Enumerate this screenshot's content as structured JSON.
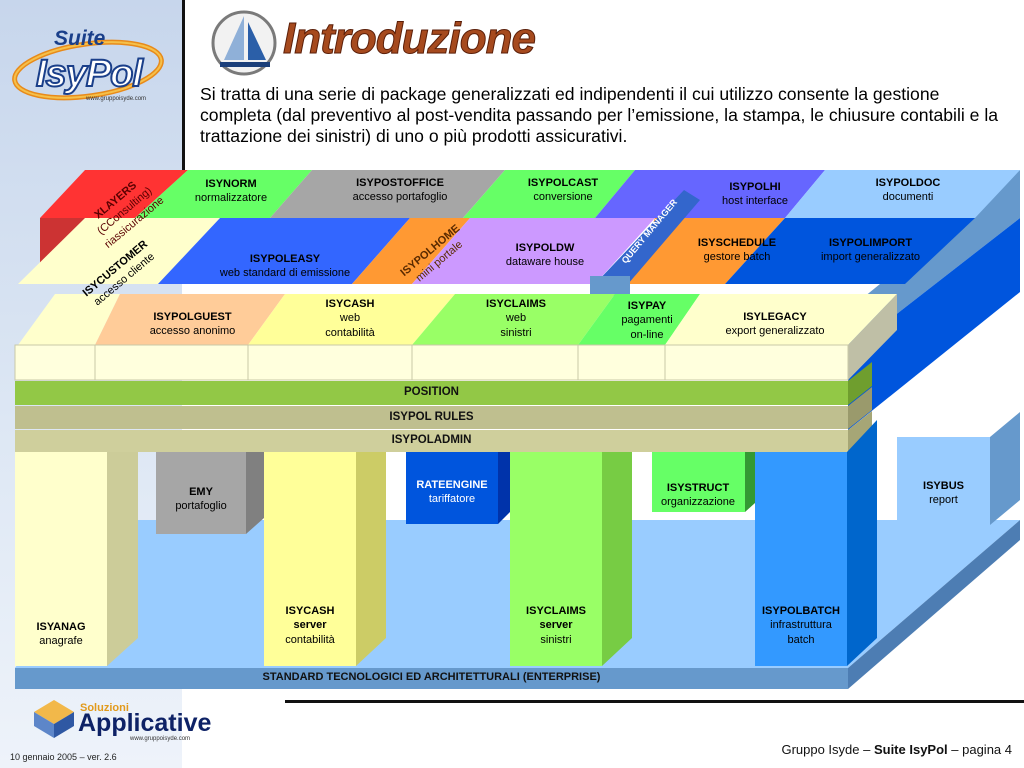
{
  "logo": {
    "suite": "Suite",
    "isypol": "IsyPol",
    "url": "www.gruppoisyde.com"
  },
  "title": "Introduzione",
  "intro_text": "Si tratta di una serie di package generalizzati ed indipendenti il cui utilizzo consente la gestione completa (dal preventivo al post-vendita passando per l’emissione, la stampa, le chiusure contabili e la trattazione dei sinistri) di uno o più prodotti assicurativi.",
  "top_packages": [
    {
      "name": "ISYNORM",
      "desc": "normalizzatore"
    },
    {
      "name": "ISYPOSTOFFICE",
      "desc": "accesso portafoglio"
    },
    {
      "name": "ISYPOLCAST",
      "desc": "conversione"
    },
    {
      "name": "ISYPOLHI",
      "desc": "host interface"
    },
    {
      "name": "ISYPOLDOC",
      "desc": "documenti"
    },
    {
      "name": "ISYPOLEASY",
      "desc": "web standard di emissione"
    },
    {
      "name": "ISYPOLDW",
      "desc": "dataware house"
    },
    {
      "name": "ISYSCHEDULE",
      "desc": "gestore batch"
    },
    {
      "name": "ISYPOLIMPORT",
      "desc": "import generalizzato"
    },
    {
      "name": "ISYPOLGUEST",
      "desc": "accesso anonimo"
    },
    {
      "name": "ISYLEGACY",
      "desc": "export generalizzato"
    }
  ],
  "multi_packages": {
    "isycash": {
      "name": "ISYCASH",
      "l1": "web",
      "l2": "contabilità"
    },
    "isyclaims": {
      "name": "ISYCLAIMS",
      "l1": "web",
      "l2": "sinistri"
    },
    "isypay": {
      "name": "ISYPAY",
      "l1": "pagamenti",
      "l2": "on-line"
    }
  },
  "rotated_packages": {
    "xlayers": {
      "name": "XLAYERS",
      "l1": "(CConsulting)",
      "l2": "riassicurazione"
    },
    "isycustomer": {
      "name": "ISYCUSTOMER",
      "l1": "accesso cliente"
    },
    "isypolhome": {
      "name": "ISYPOLHOME",
      "l1": "mini portale"
    },
    "query_manager": {
      "name": "QUERY MANAGER"
    }
  },
  "bands": {
    "position": "POSITION",
    "rules": "ISYPOL RULES",
    "admin": "ISYPOLADMIN"
  },
  "pillars": [
    {
      "name": "ISYANAG",
      "desc": "anagrafe"
    },
    {
      "name": "EMY",
      "desc": "portafoglio"
    },
    {
      "name": "RATEENGINE",
      "desc": "tariffatore"
    },
    {
      "name": "ISYSTRUCT",
      "desc": "organizzazione"
    },
    {
      "name": "ISYBUS",
      "desc": "report"
    }
  ],
  "server_pillars": [
    {
      "name": "ISYCASH",
      "sub": "server",
      "desc": "contabilità"
    },
    {
      "name": "ISYCLAIMS",
      "sub": "server",
      "desc": "sinistri"
    },
    {
      "name": "ISYPOLBATCH",
      "sub": "infrastruttura",
      "desc": "batch"
    }
  ],
  "base_label": "STANDARD TECNOLOGICI ED ARCHITETTURALI (ENTERPRISE)",
  "applicative_logo": {
    "soluzioni": "Soluzioni",
    "applicative": "Applicative",
    "url": "www.gruppoisyde.com"
  },
  "date": "10 gennaio 2005 – ver. 2.6",
  "footer": {
    "prefix": "Gruppo Isyde – ",
    "bold": "Suite IsyPol",
    "suffix": " – pagina 4"
  },
  "colors": {
    "light_blue": "#99ccff",
    "blue": "#3366ff",
    "dark_blue": "#0055dd",
    "green": "#66ff66",
    "yellow": "#ffffcc",
    "orange": "#ff9933",
    "purple": "#cc99ff",
    "gray": "#a6a6a6",
    "red": "#ff3333",
    "olive_band": "#bfbf8f",
    "green_band": "#92c846"
  }
}
